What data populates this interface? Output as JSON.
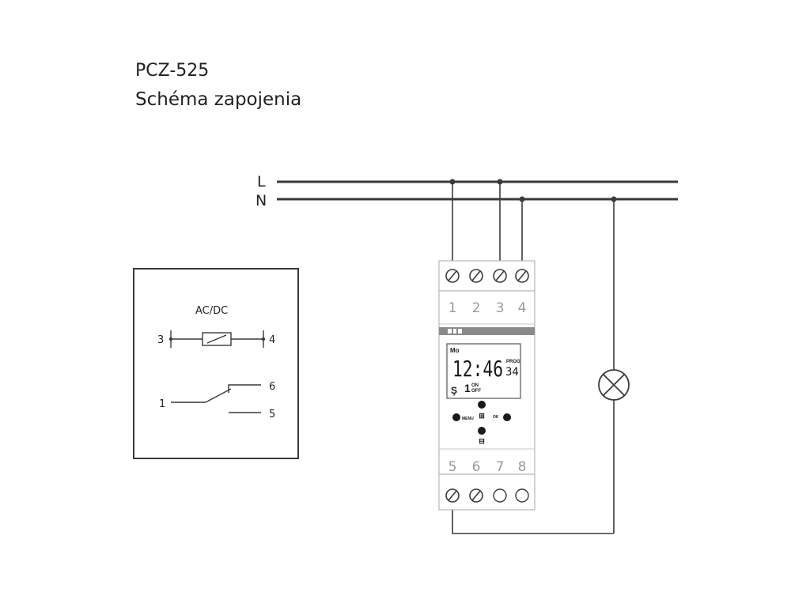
{
  "header": {
    "model": "PCZ-525",
    "subtitle": "Schéma zapojenia"
  },
  "lines": {
    "live": "L",
    "neutral": "N"
  },
  "symbol_box": {
    "supply_label": "AC/DC",
    "terminal_3": "3",
    "terminal_4": "4",
    "terminal_1": "1",
    "terminal_6": "6",
    "terminal_5": "5"
  },
  "device": {
    "top_terminals": [
      "1",
      "2",
      "3",
      "4"
    ],
    "bottom_terminals": [
      "5",
      "6",
      "7",
      "8"
    ],
    "display": {
      "day": "Mo",
      "time": "12:46",
      "prog_label": "PROG",
      "prog_number": "34",
      "channel": "1",
      "on_label": "ON",
      "off_label": "OFF",
      "mode_symbol": "Ş"
    },
    "buttons": {
      "menu": "MENU",
      "ok": "OK",
      "plus": "⊞",
      "minus": "⊟"
    }
  }
}
